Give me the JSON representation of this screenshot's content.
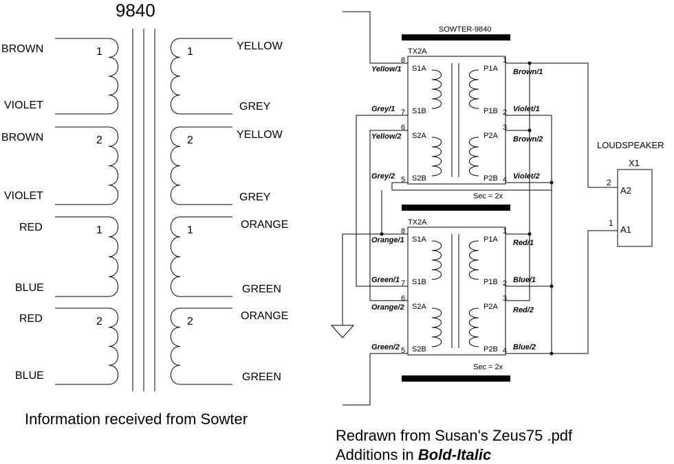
{
  "left": {
    "title": "9840",
    "windings": [
      {
        "color_a": "BROWN",
        "color_b": "VIOLET",
        "num": "1"
      },
      {
        "color_a": "BROWN",
        "color_b": "VIOLET",
        "num": "2"
      },
      {
        "color_a": "RED",
        "color_b": "BLUE",
        "num": "1"
      },
      {
        "color_a": "RED",
        "color_b": "BLUE",
        "num": "2"
      }
    ],
    "secondaries": [
      {
        "color_a": "YELLOW",
        "color_b": "GREY",
        "num": "1"
      },
      {
        "color_a": "YELLOW",
        "color_b": "GREY",
        "num": "2"
      },
      {
        "color_a": "ORANGE",
        "color_b": "GREEN",
        "num": "1"
      },
      {
        "color_a": "ORANGE",
        "color_b": "GREEN",
        "num": "2"
      }
    ],
    "caption": "Information received from Sowter"
  },
  "right": {
    "part": "SOWTER-9840",
    "tx_label": "TX2A",
    "sec_note": "Sec = 2x",
    "pins_sec": [
      "S1A",
      "S1B",
      "S2A",
      "S2B"
    ],
    "pins_pri": [
      "P1A",
      "P1B",
      "P2A",
      "P2B"
    ],
    "pin_nums_left": [
      "8",
      "7",
      "6",
      "5"
    ],
    "pin_nums_right": [
      "1",
      "2",
      "3",
      "4"
    ],
    "upper_left_colors": [
      "Yellow/1",
      "Grey/1",
      "Yellow/2",
      "Grey/2"
    ],
    "upper_right_colors": [
      "Brown/1",
      "Violet/1",
      "Brown/2",
      "Violet/2"
    ],
    "lower_left_colors": [
      "Orange/1",
      "Green/1",
      "Orange/2",
      "Green/2"
    ],
    "lower_right_colors": [
      "Red/1",
      "Blue/1",
      "Red/2",
      "Blue/2"
    ],
    "speaker_label": "LOUDSPEAKER",
    "speaker_ref": "X1",
    "speaker_pins": [
      "A2",
      "A1"
    ],
    "speaker_pin_nums": [
      "2",
      "1"
    ],
    "caption_line1": "Redrawn from Susan's Zeus75 .pdf",
    "caption_line2_prefix": "Additions in ",
    "caption_line2_bold": "Bold-Italic"
  }
}
